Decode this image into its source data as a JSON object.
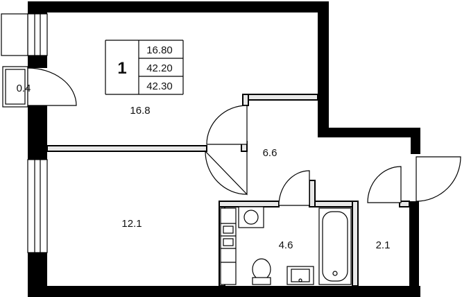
{
  "plan": {
    "summary": {
      "rooms_count": "1",
      "living_area": "16.80",
      "total_area": "42.20",
      "total_area_with_balcony": "42.30"
    },
    "rooms": {
      "living_room": "16.8",
      "bedroom": "12.1",
      "hallway": "6.6",
      "bathroom": "4.6",
      "wc": "2.1",
      "balcony": "0.4"
    }
  }
}
